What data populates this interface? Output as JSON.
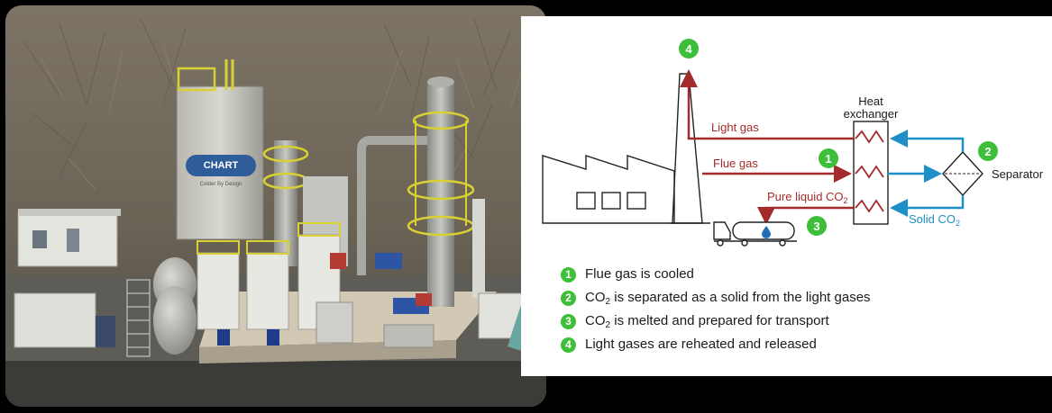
{
  "photo": {
    "sign_brand": "CHART",
    "sign_tagline": "Colder By Design"
  },
  "diagram": {
    "heat_exchanger_line1": "Heat",
    "heat_exchanger_line2": "exchanger",
    "separator": "Separator",
    "light_gas": "Light gas",
    "flue_gas": "Flue gas",
    "pure_liquid_co2_prefix": "Pure liquid CO",
    "pure_liquid_co2_sub": "2",
    "solid_co2_prefix": "Solid CO",
    "solid_co2_sub": "2",
    "markers": [
      "1",
      "2",
      "3",
      "4"
    ]
  },
  "legend": [
    {
      "num": "1",
      "text_a": "Flue gas is cooled",
      "sub": "",
      "text_b": ""
    },
    {
      "num": "2",
      "text_a": "CO",
      "sub": "2",
      "text_b": " is separated as a solid from the light gases"
    },
    {
      "num": "3",
      "text_a": "CO",
      "sub": "2",
      "text_b": " is melted and prepared for transport"
    },
    {
      "num": "4",
      "text_a": "Light gases are reheated and released",
      "sub": "",
      "text_b": ""
    }
  ],
  "colors": {
    "red_flow": "#a32b2b",
    "blue_flow": "#1e8fc7",
    "marker_green": "#3dbf3a",
    "line_dark": "#222222"
  }
}
